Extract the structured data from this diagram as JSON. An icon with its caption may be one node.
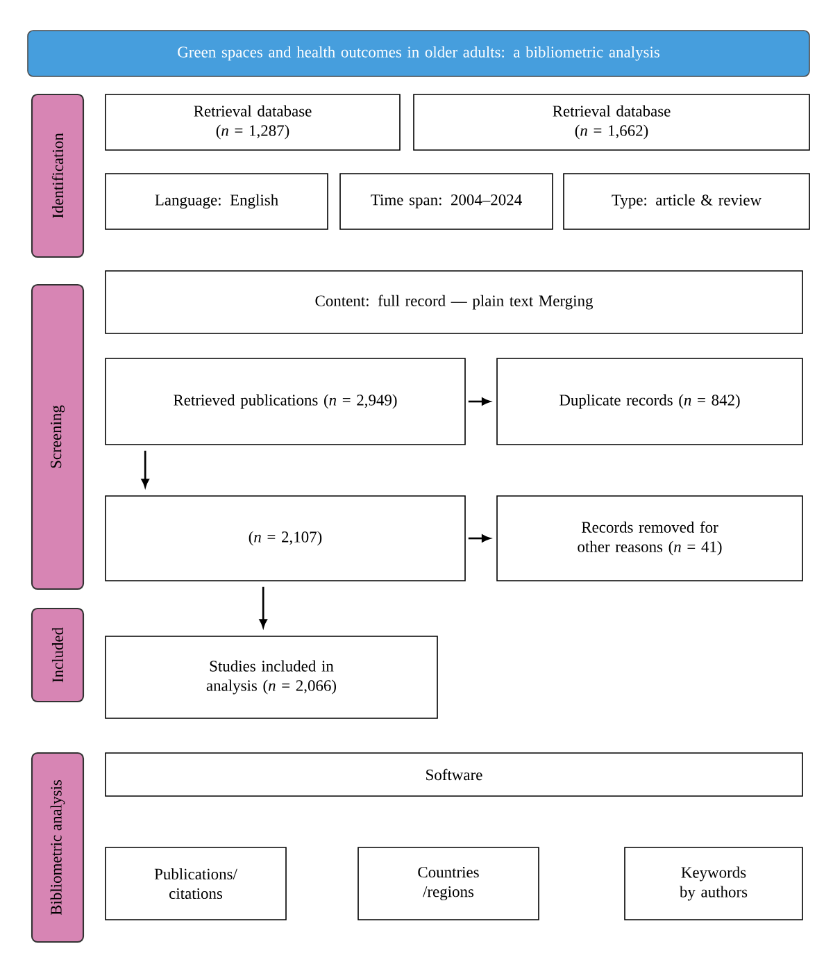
{
  "diagram": {
    "nodes": [
      {
        "text": [
          "Green spaces and health outcomes in older adults: a bibliometric analysis"
        ]
      },
      {
        "text": [
          "Identification"
        ]
      },
      {
        "text": [
          "Retrieval database (*n* = 1,287)"
        ]
      },
      {
        "text": [
          "Retrieval database (*n* = 1,662)"
        ]
      },
      {
        "text": [
          "Language: English"
        ]
      },
      {
        "text": [
          "Time span: 2004–2024"
        ]
      },
      {
        "text": [
          "Type: article & review"
        ]
      },
      {
        "text": [
          "Screening"
        ]
      },
      {
        "text": [
          "Content: full record — plain text Merging"
        ]
      },
      {
        "text": [
          "Retrieved publications (*n* = 2,949)"
        ]
      },
      {
        "text": [
          "Duplicate records (*n* = 842)"
        ]
      },
      {
        "text": [
          "(*n* = 2,107)"
        ]
      },
      {
        "text": [
          "Records removed for other reasons (*n* = 41)"
        ]
      },
      {
        "text": [
          "Included"
        ]
      },
      {
        "text": [
          "Studies included in analysis (*n* = 2,066)"
        ]
      },
      {
        "text": [
          "Bibliometric analysis"
        ]
      },
      {
        "text": [
          "Software"
        ]
      },
      {
        "text": [
          "Publications/ citations"
        ]
      },
      {
        "text": [
          "Countries /regions"
        ]
      },
      {
        "text": [
          "Keywords by authors"
        ]
      }
    ],
    "edges": [
      {
        "from": 9,
        "to": 10,
        "arrow": "to"
      },
      {
        "from": 9,
        "to": 11,
        "arrow": "to"
      },
      {
        "from": 11,
        "to": 12,
        "arrow": "to"
      },
      {
        "from": 11,
        "to": 14,
        "arrow": "to"
      }
    ]
  }
}
